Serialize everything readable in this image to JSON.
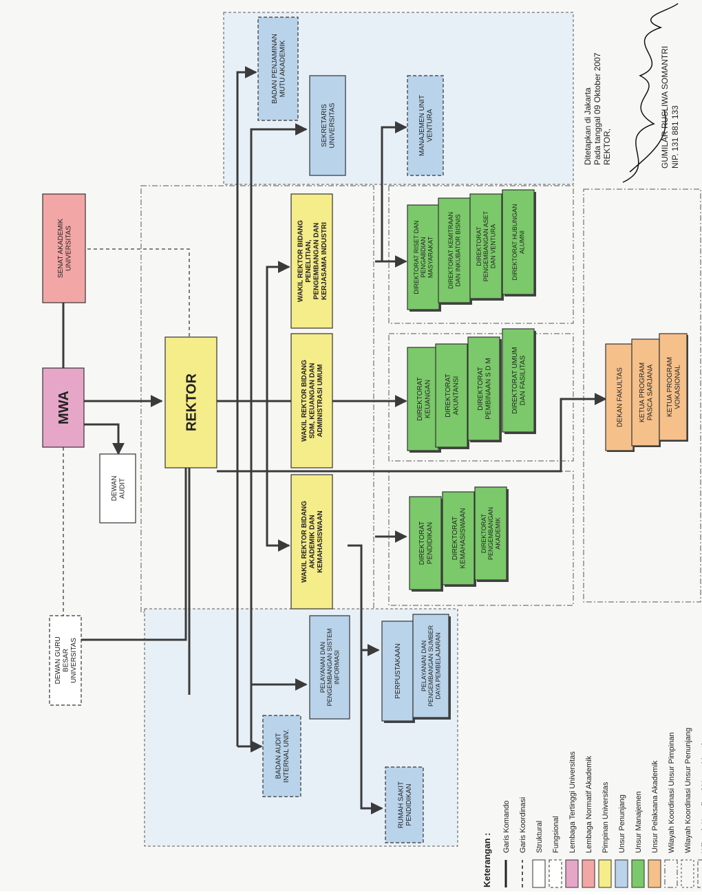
{
  "colors": {
    "lembaga_tertinggi": "#e6a6c8",
    "lembaga_normatif": "#f2a6a6",
    "pimpinan": "#f5ec8a",
    "penunjang": "#b9d3ea",
    "manajemen": "#7bc96a",
    "pelaksana": "#f5c08a",
    "line": "#3a3a3a"
  },
  "nodes": {
    "senat": "SENAT AKADEMIK UNIVERSITAS",
    "mwa": "MWA",
    "dewan_audit": "DEWAN AUDIT",
    "dewan_guru_besar": "DEWAN GURU BESAR UNIVERSITAS",
    "rektor": "REKTOR",
    "wr_riset": "WAKIL REKTOR BIDANG PENELITIAN, PENGEMBANGAN DAN KERJASAMA INDUSTRI",
    "wr_sdm": "WAKIL REKTOR BIDANG SDM, KEUANGAN DAN ADMINISTRASI UMUM",
    "wr_akademik": "WAKIL REKTOR BIDANG AKADEMIK DAN KEMAHASISWAAN",
    "bpma": "BADAN PENJAMINAN MUTU AKADEMIK",
    "sekretaris": "SEKRETARIS UNIVERSITAS",
    "muv": "MANAJEMEN UNIT VENTURA",
    "dir_riset": "DIREKTORAT RISET DAN PENGABDIAN MASYARAKAT",
    "dir_kemitraan": "DIREKTORAT KEMITRAAN DAN INKUBATOR BISNIS",
    "dir_aset": "DIREKTORAT PENGEMBANGAN ASET DAN VENTURA",
    "dir_alumni": "DIREKTORAT HUBUNGAN ALUMNI",
    "dir_keuangan": "DIREKTORAT KEUANGAN",
    "dir_akuntansi": "DIREKTORAT AKUNTANSI",
    "dir_sdm": "DIREKTORAT PEMBINAAN S D M",
    "dir_umum": "DIREKTORAT UMUM DAN FASILITAS",
    "dir_pendidikan": "DIREKTORAT PENDIDIKAN",
    "dir_kemahasiswaan": "DIREKTORAT KEMAHASISWAAN",
    "dir_pengembangan": "DIREKTORAT PENGEMBANGAN AKADEMIK",
    "dekan": "DEKAN FAKULTAS",
    "pasca": "KETUA PROGRAM PASCA SARJANA",
    "vokasi": "KETUA PROGRAM VOKASIONAL",
    "psi": "PELAYANAN DAN PENGEMBANGAN SISTEM INFORMASI",
    "perpustakaan": "PERPUSTAKAAN",
    "psdp": "PELAYANAN DAN PENGEMBANGAN SUMBER DAYA PEMBELAJARAN",
    "badan_audit": "BADAN AUDIT INTERNAL UNIV.",
    "rumah_sakit": "RUMAH SAKIT PENDIDIKAN"
  },
  "signature": {
    "line1": "Ditetapkan di Jakarta",
    "line2": "Pada tanggal  09 Oktober 2007",
    "line3": "REKTOR,",
    "name": "GUMILAR RUSLIWA SOMANTRI",
    "nip": "NIP. 131 881 133"
  },
  "legend": {
    "title": "Keterangan :",
    "items": [
      "Garis Komando",
      "Garis Koordinasi",
      "Struktural",
      "Fungsional",
      "Lembaga Tertinggi Universitas",
      "Lembaga Normatif Akademik",
      "Pimpinan Universitas",
      "Unsur Penunjang",
      "Unsur Manajemen",
      "Unsur Pelaksana Akademik",
      "Wilayah Koordinasi Unsur Pimpinan",
      "Wilayah Koordinasi Unsur Penunjang",
      "Wilayah Koordinasi Unsur Manajemen"
    ]
  }
}
